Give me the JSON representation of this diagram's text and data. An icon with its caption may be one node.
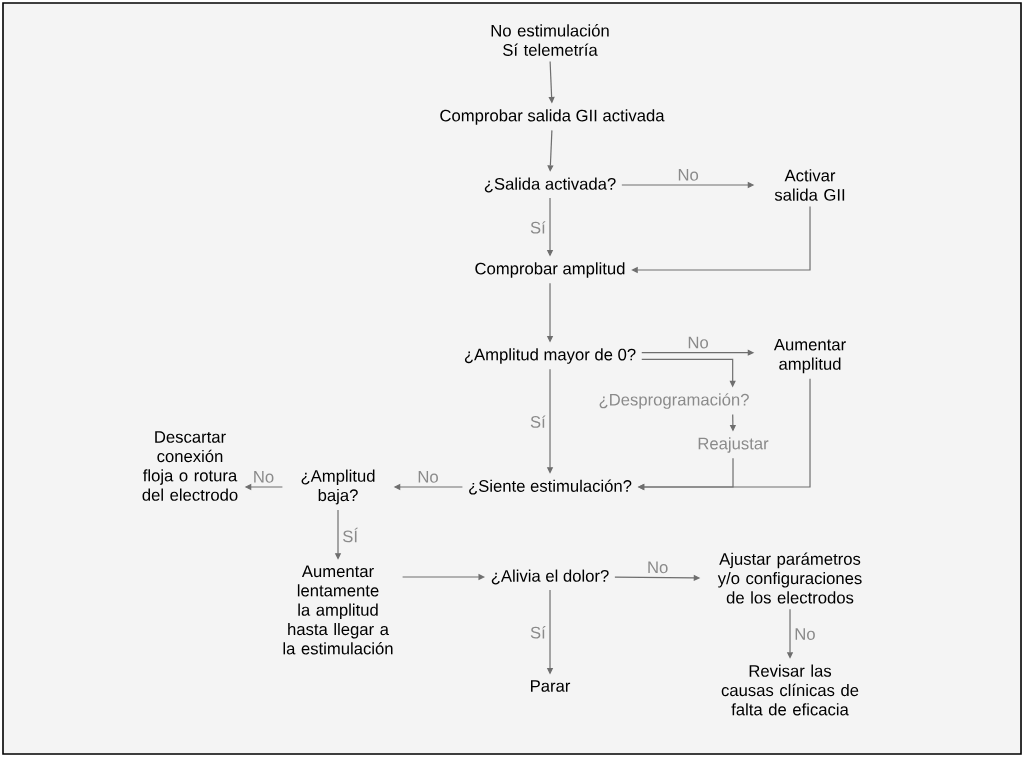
{
  "diagram": {
    "nodes": [
      {
        "text": [
          "No estimulación Sí telemetría"
        ]
      },
      {
        "text": [
          "Comprobar salida GII activada"
        ]
      },
      {
        "text": [
          "¿Salida activada?"
        ]
      },
      {
        "text": [
          "Activar salida GII"
        ]
      },
      {
        "text": [
          "Comprobar amplitud"
        ]
      },
      {
        "text": [
          "¿Amplitud mayor de 0?"
        ]
      },
      {
        "text": [
          "Aumentar amplitud"
        ]
      },
      {
        "text": [
          "¿Desprogramación?"
        ]
      },
      {
        "text": [
          "Reajustar"
        ]
      },
      {
        "text": [
          "¿Siente estimulación?"
        ]
      },
      {
        "text": [
          "¿Amplitud baja?"
        ]
      },
      {
        "text": [
          "Descartar conexión floja o rotura del electrodo"
        ]
      },
      {
        "text": [
          "Aumentar lentamente la amplitud hasta llegar a la estimulación"
        ]
      },
      {
        "text": [
          "¿Alivia el dolor?"
        ]
      },
      {
        "text": [
          "Ajustar parámetros y/o configuraciones de los electrodos"
        ]
      },
      {
        "text": [
          "Parar"
        ]
      },
      {
        "text": [
          "Revisar las causas clínicas de falta de eficacia"
        ]
      }
    ],
    "edges": [
      {
        "from": 0,
        "to": 1,
        "arrow": "to"
      },
      {
        "from": 1,
        "to": 2,
        "arrow": "to"
      },
      {
        "from": 2,
        "to": 3,
        "arrow": "to",
        "label": "No"
      },
      {
        "from": 2,
        "to": 4,
        "arrow": "to",
        "label": "Sí"
      },
      {
        "from": 3,
        "to": 4,
        "arrow": "to"
      },
      {
        "from": 4,
        "to": 5,
        "arrow": "to"
      },
      {
        "from": 5,
        "to": 6,
        "arrow": "to",
        "label": "No"
      },
      {
        "from": 5,
        "to": 7,
        "arrow": "to"
      },
      {
        "from": 7,
        "to": 8,
        "arrow": "to"
      },
      {
        "from": 8,
        "to": 9,
        "arrow": "to"
      },
      {
        "from": 6,
        "to": 9,
        "arrow": "to"
      },
      {
        "from": 5,
        "to": 9,
        "arrow": "to",
        "label": "Sí"
      },
      {
        "from": 9,
        "to": 10,
        "arrow": "to",
        "label": "No"
      },
      {
        "from": 10,
        "to": 11,
        "arrow": "to",
        "label": "No"
      },
      {
        "from": 10,
        "to": 12,
        "arrow": "to",
        "label": "SÍ"
      },
      {
        "from": 12,
        "to": 13,
        "arrow": "to"
      },
      {
        "from": 13,
        "to": 14,
        "arrow": "to",
        "label": "No"
      },
      {
        "from": 13,
        "to": 15,
        "arrow": "to",
        "label": "Sí"
      },
      {
        "from": 14,
        "to": 16,
        "arrow": "to",
        "label": "No"
      }
    ]
  }
}
